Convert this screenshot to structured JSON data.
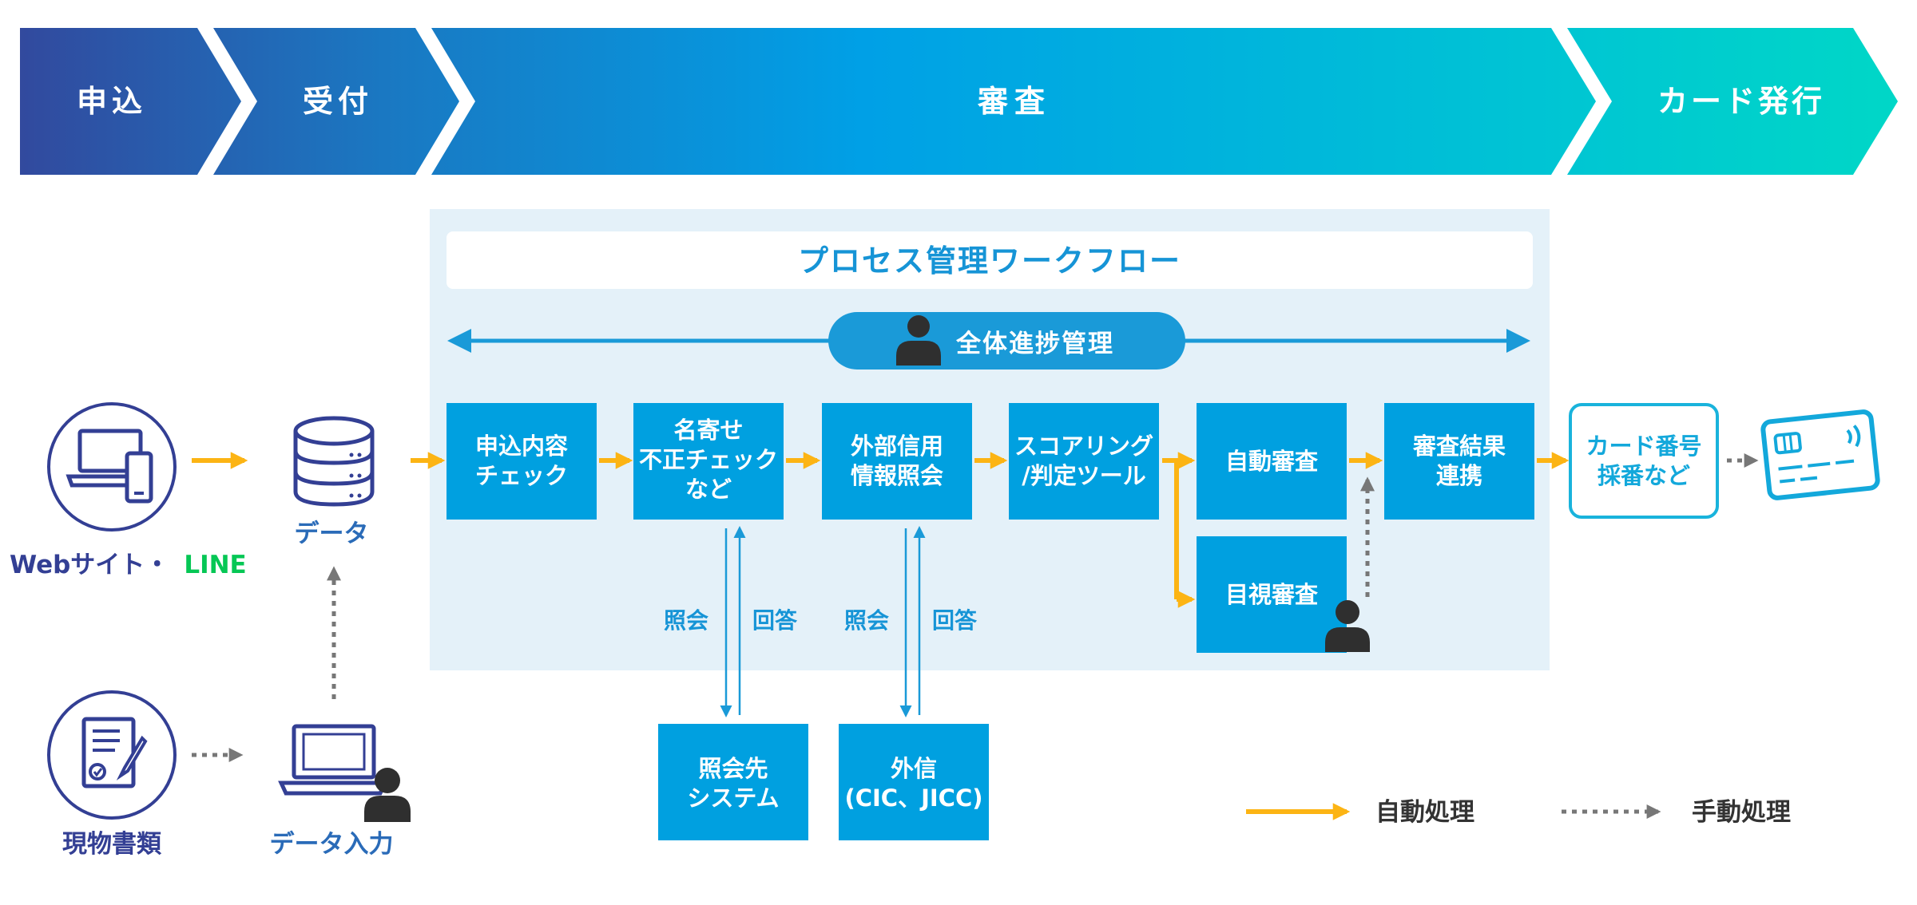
{
  "stages": [
    {
      "label": "申込"
    },
    {
      "label": "受付"
    },
    {
      "label": "審査"
    },
    {
      "label": "カード発行"
    }
  ],
  "workflow": {
    "title": "プロセス管理ワークフロー",
    "progress_label": "全体進捗管理"
  },
  "inputs": {
    "web_label": "Webサイト・",
    "line_label": "LINE",
    "data_label": "データ",
    "paper_label": "現物書類",
    "data_entry_label": "データ入力"
  },
  "steps": [
    {
      "lines": [
        "申込内容",
        "チェック"
      ]
    },
    {
      "lines": [
        "名寄せ",
        "不正チェック",
        "など"
      ]
    },
    {
      "lines": [
        "外部信用",
        "情報照会"
      ]
    },
    {
      "lines": [
        "スコアリング",
        "/判定ツール"
      ]
    },
    {
      "lines": [
        "自動審査"
      ]
    },
    {
      "lines": [
        "審査結果",
        "連携"
      ]
    },
    {
      "lines": [
        "目視審査"
      ]
    }
  ],
  "card_step": {
    "lines": [
      "カード番号",
      "採番など"
    ]
  },
  "query": {
    "left": {
      "inquiry": "照会",
      "answer": "回答"
    },
    "right": {
      "inquiry": "照会",
      "answer": "回答"
    }
  },
  "external": [
    {
      "lines": [
        "照会先",
        "システム"
      ]
    },
    {
      "lines": [
        "外信",
        "(CIC、JICC)"
      ]
    }
  ],
  "legend": {
    "auto": "自動処理",
    "manual": "手動処理"
  },
  "colors": {
    "stage_gradient": [
      "#33479c",
      "#1a78c2",
      "#00a0e6",
      "#00c4d4",
      "#00d8c6"
    ],
    "workflow_bg": "#e4f1f9",
    "step_box": "#00a0e0",
    "title_text": "#1694d6",
    "navy": "#333f94",
    "line_green": "#06c755",
    "arrow_auto": "#fcb414",
    "arrow_manual": "#777777",
    "connector": "#1a9ad8",
    "person": "#2f2f2f"
  }
}
